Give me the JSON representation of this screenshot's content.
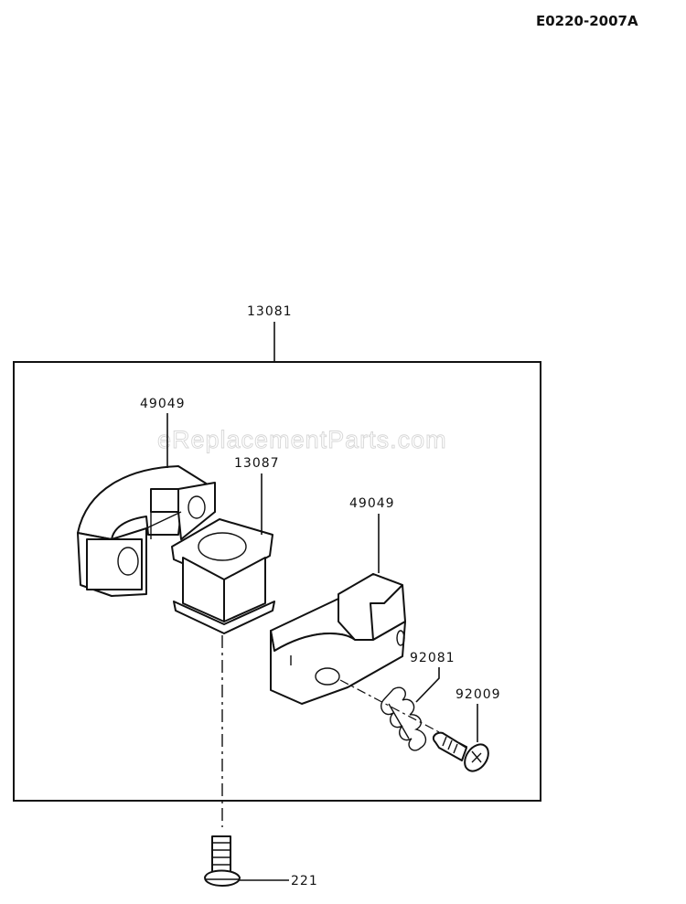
{
  "diagram": {
    "code": "E0220-2007A",
    "watermark": "eReplacementParts.com",
    "labels": {
      "assembly": "13081",
      "magnet_left": "49049",
      "coil": "13087",
      "magnet_right": "49049",
      "spring": "92081",
      "screw": "92009",
      "bolt": "221"
    }
  }
}
